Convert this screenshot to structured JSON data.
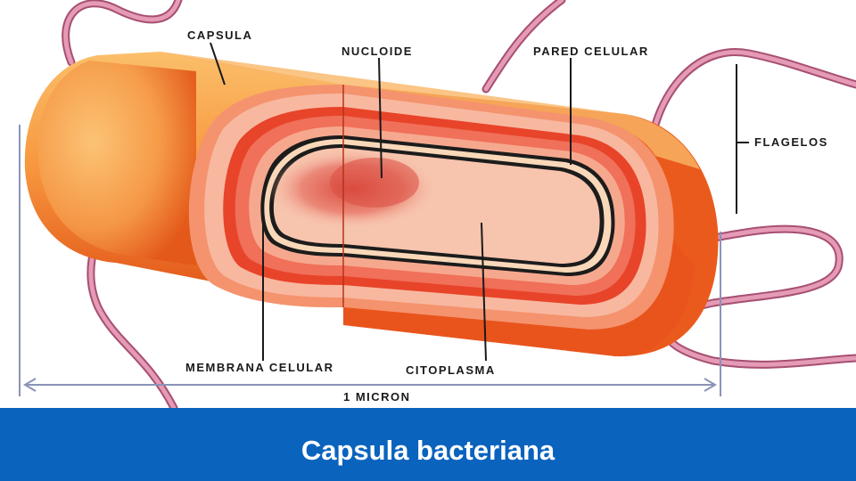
{
  "diagram": {
    "labels": {
      "capsula": "CAPSULA",
      "nucleoide": "NUCLOIDE",
      "pared_celular": "PARED CELULAR",
      "flagelos": "FLAGELOS",
      "membrana_celular": "MEMBRANA CELULAR",
      "citoplasma": "CITOPLASMA",
      "scale": "1 MICRON"
    },
    "colors": {
      "capsule_outer": "#ee5a1c",
      "capsule_light": "#fbb862",
      "cell_wall": "#e8442a",
      "membrane": "#f07a58",
      "cytoplasm": "#f7c4ad",
      "nucleoid": "#de5a4c",
      "flagella": "#c8708f",
      "caption_bar": "#0a63bd"
    }
  },
  "caption": {
    "title": "Capsula bacteriana"
  }
}
